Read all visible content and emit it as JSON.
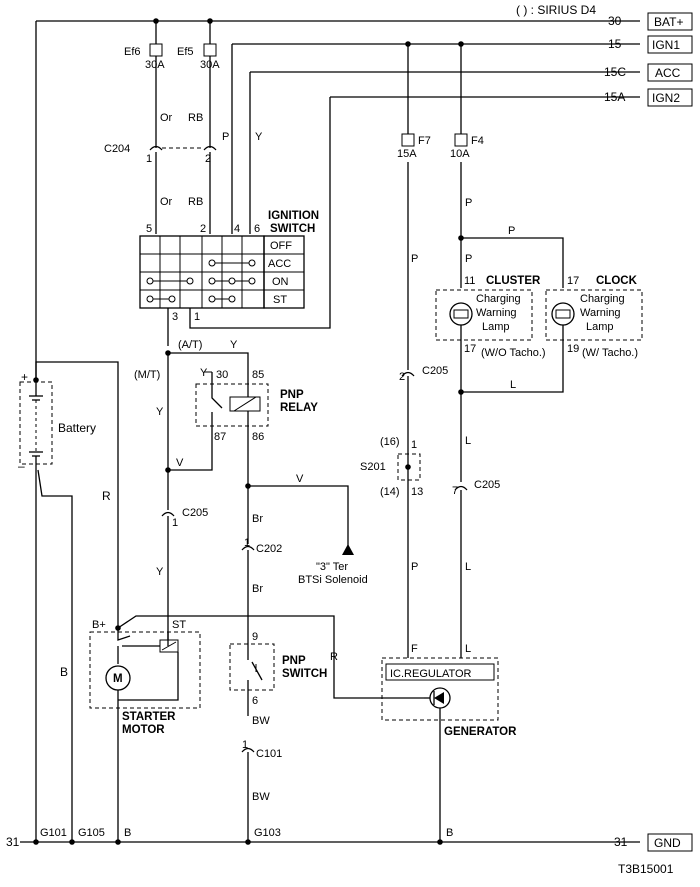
{
  "header": {
    "note": "( ) : SIRIUS D4",
    "code": "T3B15001"
  },
  "rails": [
    {
      "num": "30",
      "name": "BAT+"
    },
    {
      "num": "15",
      "name": "IGN1"
    },
    {
      "num": "15C",
      "name": "ACC"
    },
    {
      "num": "15A",
      "name": "IGN2"
    },
    {
      "num": "31",
      "name": "GND"
    }
  ],
  "fuses": {
    "ef6": {
      "name": "Ef6",
      "rating": "30A"
    },
    "ef5": {
      "name": "Ef5",
      "rating": "30A"
    },
    "f7": {
      "name": "F7",
      "rating": "15A"
    },
    "f4": {
      "name": "F4",
      "rating": "10A"
    }
  },
  "ignition_switch": {
    "title1": "IGNITION",
    "title2": "SWITCH",
    "positions": [
      "OFF",
      "ACC",
      "ON",
      "ST"
    ],
    "pins": [
      "5",
      "2",
      "4",
      "6",
      "3",
      "1"
    ]
  },
  "connectors": {
    "c204": {
      "name": "C204",
      "pins": [
        "1",
        "2"
      ]
    },
    "c205": {
      "name": "C205",
      "pin_left": "1",
      "pin_f7": "2",
      "pin_f4": "7"
    },
    "c202": {
      "name": "C202",
      "pin": "1"
    },
    "c101": {
      "name": "C101",
      "pin": "1"
    },
    "s201": {
      "name": "S201",
      "pin_top": "1",
      "pin_top_alt": "(16)",
      "pin_bot": "13",
      "pin_bot_alt": "(14)"
    }
  },
  "wire_colors": {
    "or": "Or",
    "rb": "RB",
    "p": "P",
    "y": "Y",
    "v": "V",
    "br": "Br",
    "bw": "BW",
    "r": "R",
    "b": "B",
    "l": "L",
    "f": "F"
  },
  "labels": {
    "mt": "(M/T)",
    "at": "(A/T)",
    "battery": "Battery",
    "plus": "+",
    "minus": "–",
    "pnp_relay1": "PNP",
    "pnp_relay2": "RELAY",
    "relay_pins": [
      "30",
      "85",
      "87",
      "86"
    ],
    "cluster": "CLUSTER",
    "clock": "CLOCK",
    "lamp1": "Charging",
    "lamp2": "Warning",
    "lamp3": "Lamp",
    "cluster_pin_top": "11",
    "cluster_pin_bot": "17",
    "cluster_note": "(W/O Tacho.)",
    "clock_pin_top": "17",
    "clock_pin_bot": "19",
    "clock_note": "(W/ Tacho.)",
    "solenoid1": "\"3\" Ter",
    "solenoid2": "BTSi Solenoid",
    "pnp_switch1": "PNP",
    "pnp_switch2": "SWITCH",
    "pnp_switch_pins": [
      "9",
      "6"
    ],
    "starter1": "STARTER",
    "starter2": "MOTOR",
    "bplus": "B+",
    "st": "ST",
    "motor": "M",
    "regulator": "IC.REGULATOR",
    "generator": "GENERATOR",
    "grounds": [
      "G101",
      "G105",
      "G103"
    ]
  }
}
